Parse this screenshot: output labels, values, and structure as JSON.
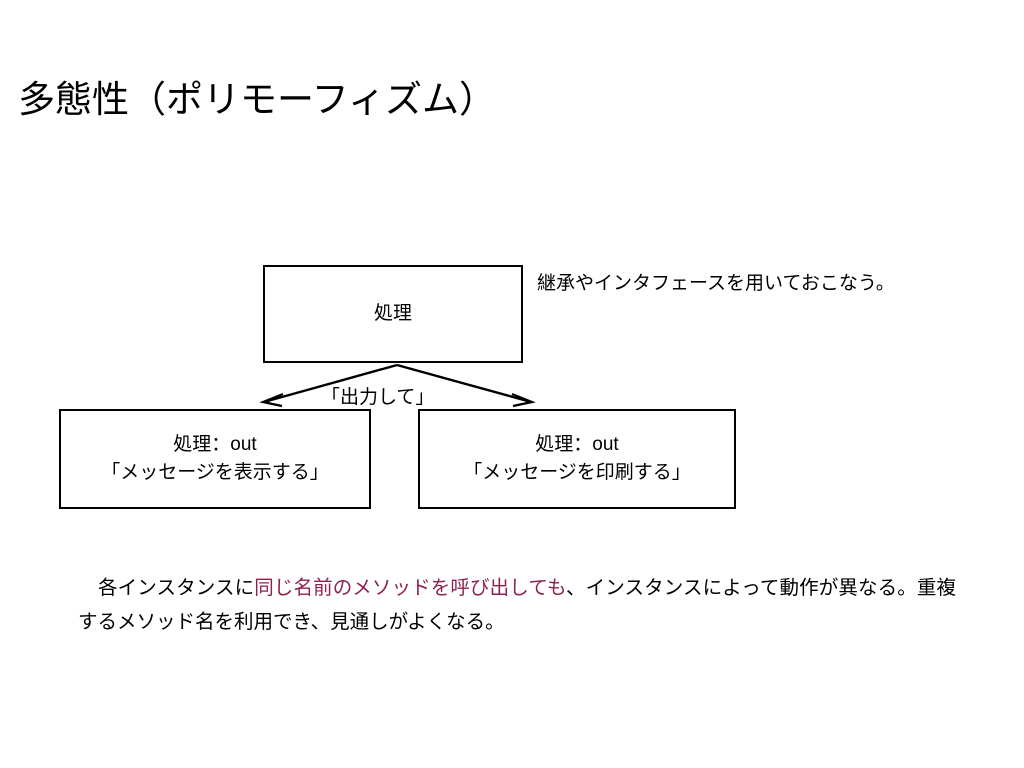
{
  "slide": {
    "title": "多態性（ポリモーフィズム）",
    "background_color": "#ffffff",
    "text_color": "#000000",
    "accent_color": "#8b2252"
  },
  "diagram": {
    "type": "inheritance-tree",
    "top_node": {
      "label": "処理"
    },
    "left_node": {
      "line1": "処理：out",
      "line2": "「メッセージを表示する」"
    },
    "right_node": {
      "line1": "処理：out",
      "line2": "「メッセージを印刷する」"
    },
    "edge_label": "「出力して」",
    "note": "継承やインタフェースを用いておこなう。"
  },
  "body": {
    "segment_1": "各インスタンスに",
    "segment_2_highlight": "同じ名前のメソッドを呼び出しても",
    "segment_3": "、インスタンスによって動作が異なる。重複するメソッド名を利用でき、見通しがよくなる。"
  }
}
